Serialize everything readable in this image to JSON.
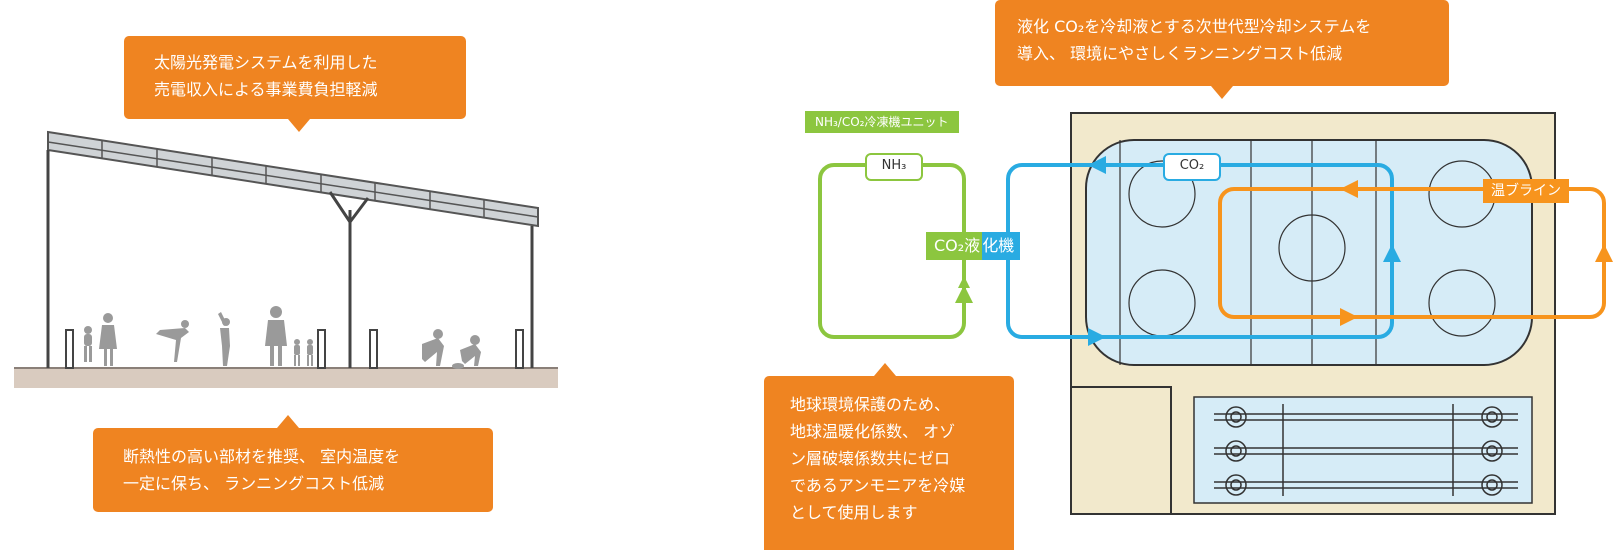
{
  "callouts": {
    "solar": [
      "太陽光発電システムを利用した",
      "売電収入による事業費負担軽減"
    ],
    "insulation": [
      "断熱性の高い部材を推奨、 室内温度を",
      "一定に保ち、 ランニングコスト低減"
    ],
    "co2_system": [
      "液化 CO₂を冷却液とする次世代型冷却システムを",
      "導入、 環境にやさしくランニングコスト低減"
    ],
    "ammonia": [
      "地球環境保護のため、",
      "地球温暖化係数、 オゾ",
      "ン層破壊係数共にゼロ",
      "であるアンモニアを冷媒",
      "として使用します"
    ]
  },
  "labels": {
    "unit": "NH₃/CO₂冷凍機ユニット",
    "nh3": "NH₃",
    "liquefier_prefix": "CO₂液",
    "liquefier_suffix": "化機",
    "co2": "CO₂",
    "brine": "温ブライン"
  },
  "colors": {
    "callout": "#ef8421",
    "nh3_loop": "#8cc63f",
    "co2_loop": "#29abe2",
    "brine_loop": "#f7941d",
    "rink_fill": "#d6ecf7",
    "floor_fill": "#f2e9cc"
  }
}
